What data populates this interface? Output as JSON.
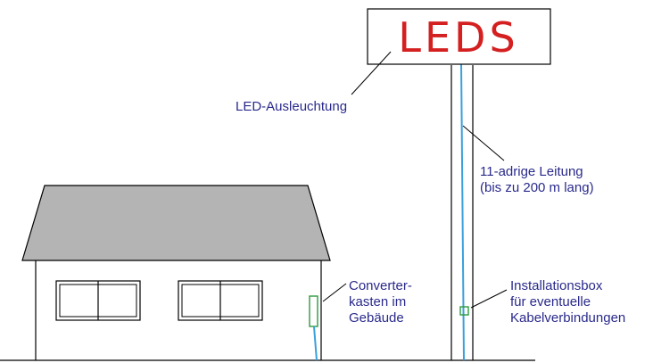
{
  "sign": {
    "text": "LEDS",
    "text_color": "#d42020"
  },
  "labels": {
    "led": "LED-Ausleuchtung",
    "cable": [
      "11-adrige Leitung",
      "(bis zu 200 m lang)"
    ],
    "converter": [
      "Converter-",
      "kasten im",
      "Gebäude"
    ],
    "install": [
      "Installationsbox",
      "für eventuelle",
      "Kabelverbindungen"
    ]
  },
  "colors": {
    "label_text": "#2a2a8c",
    "cable": "#3aa0dc",
    "roof": "#b4b4b4",
    "converter_box": "#2e9a3e",
    "outline": "#000000"
  }
}
